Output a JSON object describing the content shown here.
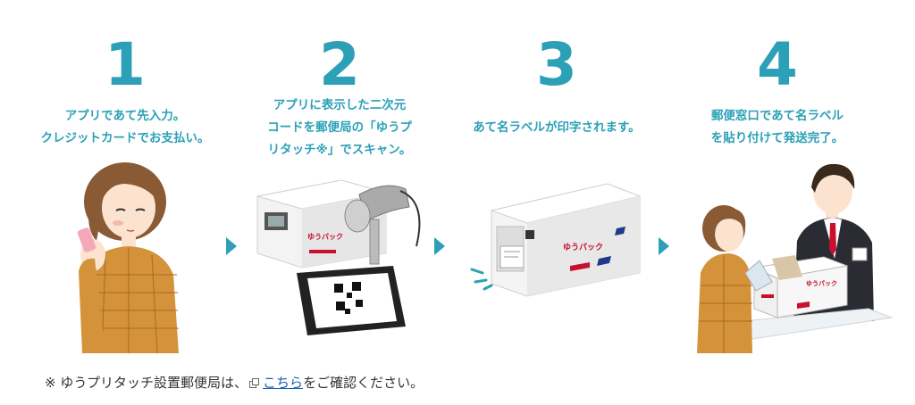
{
  "steps": [
    {
      "number": "1",
      "lines": [
        "アプリであて先入力。",
        "クレジットカードでお支払い。"
      ]
    },
    {
      "number": "2",
      "lines": [
        "アプリに表示した二次元",
        "コードを郵便局の「ゆうプ",
        "リタッチ※」でスキャン。"
      ]
    },
    {
      "number": "3",
      "lines": [
        "あて名ラベルが印字されます。"
      ]
    },
    {
      "number": "4",
      "lines": [
        "郵便窓口であて名ラベル",
        "を貼り付けて発送完了。"
      ]
    }
  ],
  "brand_label": "ゆうパック",
  "footnote": {
    "prefix": "※ ゆうプリタッチ設置郵便局は、",
    "link_text": "こちら",
    "suffix": "をご確認ください。"
  },
  "colors": {
    "accent": "#2ba0b7",
    "link": "#1a5fb4",
    "brand_red": "#c8102e",
    "brand_navy": "#1f3a8a"
  }
}
